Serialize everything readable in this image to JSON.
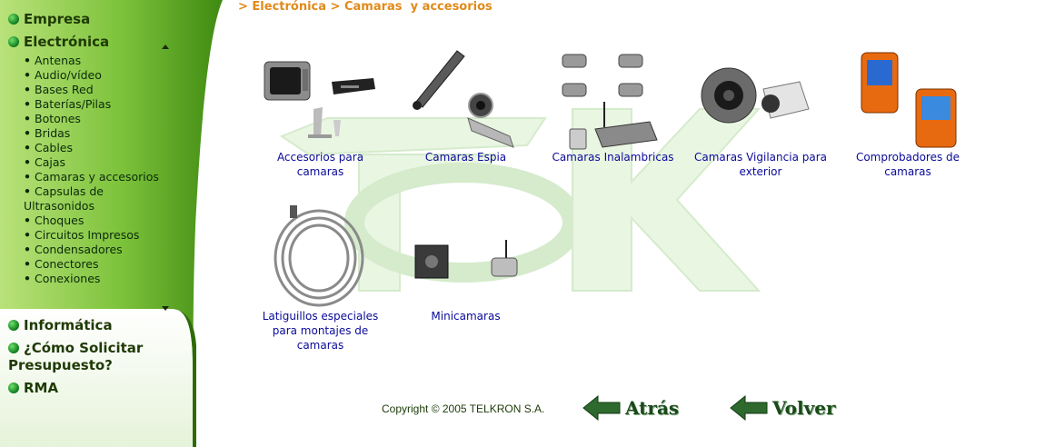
{
  "sidebar": {
    "categories": [
      {
        "label": "Empresa"
      },
      {
        "label": "Electrónica"
      },
      {
        "label": "Informática"
      },
      {
        "label": "¿Cómo Solicitar Presupuesto?"
      },
      {
        "label": "RMA"
      }
    ],
    "subitems": [
      "Antenas",
      "Audio/vídeo",
      "Bases Red",
      "Baterías/Pilas",
      "Botones",
      "Bridas",
      "Cables",
      "Cajas",
      "Camaras  y accesorios",
      "Capsulas de Ultrasonidos",
      "Choques",
      "Circuitos Impresos",
      "Condensadores",
      "Conectores",
      "Conexiones"
    ]
  },
  "breadcrumb": "> Electrónica > Camaras  y accesorios",
  "products": [
    {
      "label": "Accesorios para camaras"
    },
    {
      "label": "Camaras Espia"
    },
    {
      "label": "Camaras Inalambricas"
    },
    {
      "label": "Camaras Vigilancia para exterior"
    },
    {
      "label": "Comprobadores de camaras"
    },
    {
      "label": "Latiguillos especiales para montajes de camaras"
    },
    {
      "label": "Minicamaras"
    }
  ],
  "footer": {
    "copyright": "Copyright © 2005 TELKRON S.A.",
    "back_label": "Atrás",
    "return_label": "Volver"
  },
  "colors": {
    "sidebar_green": "#5da51a",
    "breadcrumb": "#e08a1a",
    "link": "#0a0a9a"
  }
}
